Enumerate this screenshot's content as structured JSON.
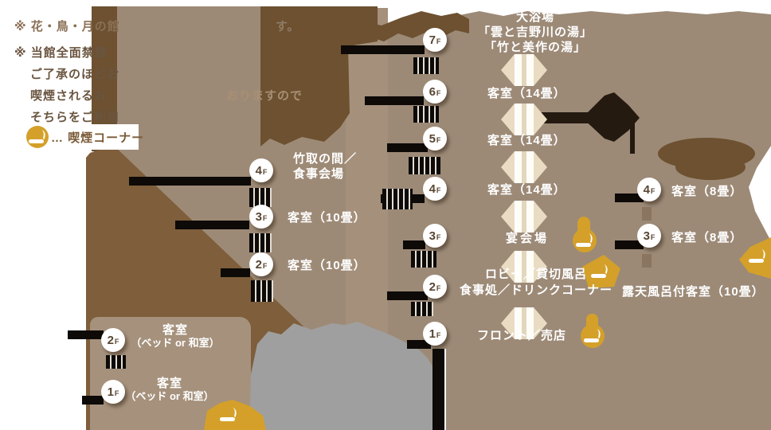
{
  "notes": {
    "line1": "※ 花・鳥・月の館",
    "line1_tail": "す。",
    "line2": "※ 当館全面禁煙",
    "line3": "ご了承のほどお",
    "line4": "喫煙されるお",
    "line4_tail": "おりますので",
    "line5": "そちらをご利用"
  },
  "legend": {
    "icon": "smoking-icon",
    "label": "… 喫煙コーナー"
  },
  "center_column": {
    "floors": [
      {
        "num": "7",
        "suffix": "F",
        "lines": [
          "大浴場",
          "「雲と吉野川の湯」",
          "「竹と美作の湯」"
        ]
      },
      {
        "num": "6",
        "suffix": "F",
        "lines": [
          "客室（14畳）"
        ]
      },
      {
        "num": "5",
        "suffix": "F",
        "lines": [
          "客室（14畳）"
        ]
      },
      {
        "num": "4",
        "suffix": "F",
        "lines": [
          "客室（14畳）"
        ]
      },
      {
        "num": "3",
        "suffix": "F",
        "lines": [
          "宴会場"
        ]
      },
      {
        "num": "2",
        "suffix": "F",
        "lines": [
          "ロビー／貸切風呂",
          "食事処／ドリンクコーナー"
        ]
      },
      {
        "num": "1",
        "suffix": "F",
        "lines": [
          "フロント／売店"
        ]
      }
    ]
  },
  "left_column": {
    "floors": [
      {
        "num": "4",
        "suffix": "F",
        "lines": [
          "竹取の間／",
          "食事会場"
        ]
      },
      {
        "num": "3",
        "suffix": "F",
        "lines": [
          "客室（10畳）"
        ]
      },
      {
        "num": "2",
        "suffix": "F",
        "lines": [
          "客室（10畳）"
        ]
      }
    ]
  },
  "bottom_left_column": {
    "floors": [
      {
        "num": "2",
        "suffix": "F",
        "lines": [
          "客室",
          "（ベッド or 和室）"
        ]
      },
      {
        "num": "1",
        "suffix": "F",
        "lines": [
          "客室",
          "（ベッド or 和室）"
        ]
      }
    ]
  },
  "right_column": {
    "floors": [
      {
        "num": "4",
        "suffix": "F",
        "lines": [
          "客室（8畳）"
        ]
      },
      {
        "num": "3",
        "suffix": "F",
        "lines": [
          "客室（8畳）"
        ]
      }
    ],
    "annex_label": "露天風呂付客室（10畳）"
  },
  "colors": {
    "building_light": "#9d8a76",
    "building_dark": "#6d5130",
    "wing_dark": "#7e5e3b",
    "main_mass": "#9c8a77",
    "tower_face": "#a4907b",
    "wing_light": "#a5917c",
    "gray_rock": "#9f9f9f",
    "smoking_yellow": "#d4a02a",
    "elevator_cream": "#e9dcc3",
    "floor_badge_text": "#584633"
  }
}
